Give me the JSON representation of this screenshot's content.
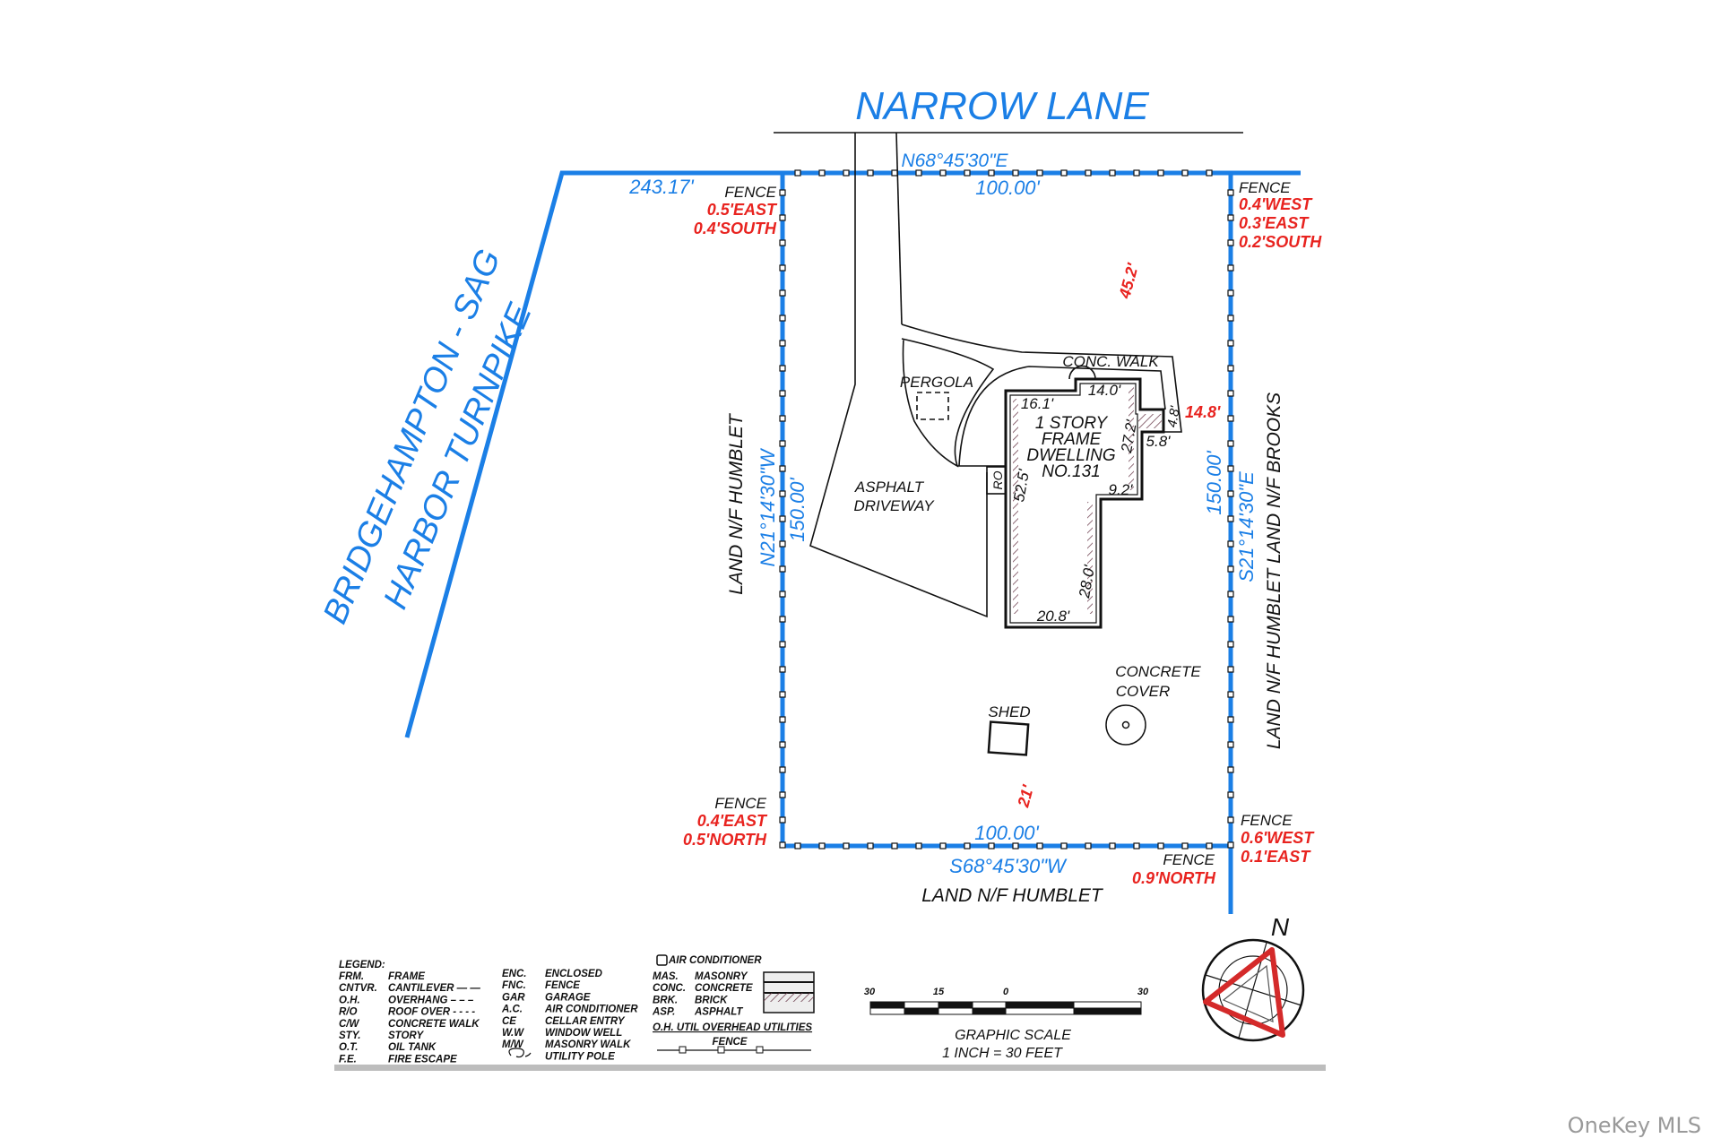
{
  "street": {
    "name": "NARROW LANE",
    "frontage_bearing": "N68°45'30\"E",
    "frontage_length": "100.00'",
    "offset_distance": "243.17'"
  },
  "road_west": {
    "line1": "BRIDGEHAMPTON - SAG",
    "line2": "HARBOR TURNPIKE"
  },
  "boundaries": {
    "west": {
      "neighbor": "LAND N/F HUMBLET",
      "bearing": "N21°14'30\"W",
      "length": "150.00'"
    },
    "east": {
      "neighbor": "LAND N/F HUMBLET   LAND N/F BROOKS",
      "bearing": "S21°14'30\"E",
      "length": "150.00'"
    },
    "south": {
      "neighbor": "LAND N/F HUMBLET",
      "bearing": "S68°45'30\"W",
      "length": "100.00'"
    }
  },
  "fence_notes": {
    "nw": {
      "title": "FENCE",
      "lines": [
        "0.5'EAST",
        "0.4'SOUTH"
      ]
    },
    "ne": {
      "title": "FENCE",
      "lines": [
        "0.4'WEST",
        "0.3'EAST",
        "0.2'SOUTH"
      ]
    },
    "sw": {
      "title": "FENCE",
      "lines": [
        "0.4'EAST",
        "0.5'NORTH"
      ]
    },
    "se": {
      "title": "FENCE",
      "lines": [
        "0.6'WEST",
        "0.1'EAST"
      ]
    },
    "s": {
      "title": "FENCE",
      "lines": [
        "0.9'NORTH"
      ]
    }
  },
  "setbacks": {
    "front": "45.2'",
    "side_east": "14.8'",
    "rear": "21'"
  },
  "features": {
    "driveway": [
      "ASPHALT",
      "DRIVEWAY"
    ],
    "pergola": "PERGOLA",
    "walk": "CONC. WALK",
    "roof_over": "RO",
    "shed": "SHED",
    "concrete_cover": [
      "CONCRETE",
      "COVER"
    ]
  },
  "dwelling": {
    "label": [
      "1 STORY",
      "FRAME",
      "DWELLING",
      "NO.131"
    ],
    "dims": {
      "top_left": "16.1'",
      "top": "14.0'",
      "right_upper": "27.2'",
      "jog": "5.8'",
      "jog_side": "4.8'",
      "right_mid": "9.2'",
      "left": "52.5'",
      "right_lower": "28.0'",
      "bottom": "20.8'"
    }
  },
  "legend": {
    "title": "LEGEND:",
    "col1": [
      [
        "FRM.",
        "FRAME"
      ],
      [
        "CNTVR.",
        "CANTILEVER — —"
      ],
      [
        "O.H.",
        "OVERHANG – – –"
      ],
      [
        "R/O",
        "ROOF OVER - - - -"
      ],
      [
        "C/W",
        "CONCRETE WALK"
      ],
      [
        "STY.",
        "STORY"
      ],
      [
        "O.T.",
        "OIL TANK"
      ],
      [
        "F.E.",
        "FIRE ESCAPE"
      ]
    ],
    "col2": [
      [
        "ENC.",
        "ENCLOSED"
      ],
      [
        "FNC.",
        "FENCE"
      ],
      [
        "GAR",
        "GARAGE"
      ],
      [
        "A.C.",
        "AIR CONDITIONER"
      ],
      [
        "CE",
        "CELLAR ENTRY"
      ],
      [
        "W.W",
        "WINDOW WELL"
      ],
      [
        "M/W",
        "MASONRY WALK"
      ],
      [
        "",
        "UTILITY POLE"
      ]
    ],
    "ac": "AIR CONDITIONER",
    "col3": [
      [
        "MAS.",
        "MASONRY"
      ],
      [
        "CONC.",
        "CONCRETE"
      ],
      [
        "BRK.",
        "BRICK"
      ],
      [
        "ASP.",
        "ASPHALT"
      ]
    ],
    "utilities": "O.H. UTIL OVERHEAD UTILITIES",
    "fence": "FENCE"
  },
  "scale": {
    "ticks": [
      "30",
      "15",
      "0",
      "30"
    ],
    "title": "GRAPHIC SCALE",
    "ratio": "1 INCH = 30 FEET"
  },
  "north": "N",
  "watermark": "OneKey MLS",
  "colors": {
    "boundary": "#1b7fe6",
    "fence_offsets": "#e8231f",
    "linework": "#111111"
  }
}
